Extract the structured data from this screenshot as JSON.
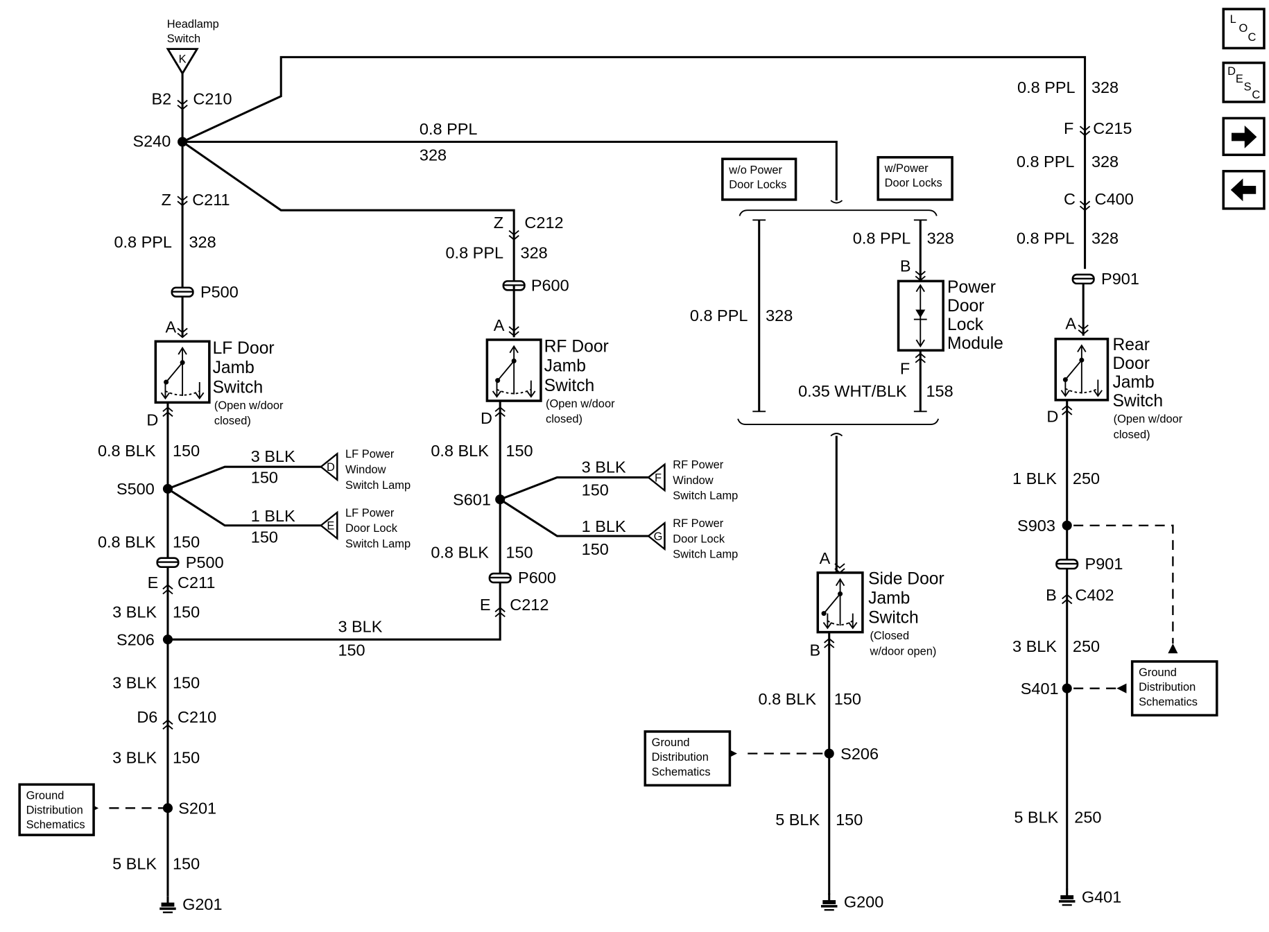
{
  "headlamp": {
    "title": [
      "Headlamp",
      "Switch"
    ],
    "pin": "K"
  },
  "wires": {
    "ppl_08": "0.8 PPL",
    "ppl_circuit": "328",
    "blk_08": "0.8 BLK",
    "blk_1": "1 BLK",
    "blk_3": "3 BLK",
    "blk_5": "5 BLK",
    "wht_blk": "0.35 WHT/BLK",
    "c150": "150",
    "c250": "250",
    "c158": "158"
  },
  "connectors": {
    "c210": "C210",
    "c211": "C211",
    "c212": "C212",
    "c215": "C215",
    "c400": "C400",
    "c402": "C402",
    "p500": "P500",
    "p600": "P600",
    "p901": "P901"
  },
  "pins": {
    "b2": "B2",
    "z": "Z",
    "a": "A",
    "b": "B",
    "c": "C",
    "d": "D",
    "e": "E",
    "f": "F",
    "d6": "D6"
  },
  "splices": {
    "s240": "S240",
    "s500": "S500",
    "s601": "S601",
    "s206": "S206",
    "s201": "S201",
    "s903": "S903",
    "s401": "S401"
  },
  "grounds": {
    "g201": "G201",
    "g200": "G200",
    "g401": "G401"
  },
  "switches": {
    "lf": [
      "LF Door",
      "Jamb",
      "Switch"
    ],
    "rf": [
      "RF Door",
      "Jamb",
      "Switch"
    ],
    "rear": [
      "Rear",
      "Door",
      "Jamb",
      "Switch"
    ],
    "side": [
      "Side Door",
      "Jamb",
      "Switch"
    ],
    "note_closed": [
      "(Open w/door",
      "closed)"
    ],
    "note_open": [
      "(Closed",
      "w/door open)"
    ]
  },
  "module": [
    "Power",
    "Door",
    "Lock",
    "Module"
  ],
  "options": {
    "wo": [
      "w/o Power",
      "Door Locks"
    ],
    "w": [
      "w/Power",
      "Door Locks"
    ]
  },
  "lamps": {
    "lf_window": {
      "pin": "D",
      "label": [
        "LF Power",
        "Window",
        "Switch Lamp"
      ]
    },
    "lf_lock": {
      "pin": "E",
      "label": [
        "LF Power",
        "Door Lock",
        "Switch Lamp"
      ]
    },
    "rf_window": {
      "pin": "F",
      "label": [
        "RF Power",
        "Window",
        "Switch Lamp"
      ]
    },
    "rf_lock": {
      "pin": "G",
      "label": [
        "RF Power",
        "Door Lock",
        "Switch Lamp"
      ]
    }
  },
  "ground_ref": [
    "Ground",
    "Distribution",
    "Schematics"
  ],
  "nav": {
    "loc": [
      "L",
      "O",
      "C"
    ],
    "desc": [
      "D",
      "E",
      "S",
      "C"
    ],
    "next_icon": "right-arrow-icon",
    "prev_icon": "left-arrow-icon"
  }
}
